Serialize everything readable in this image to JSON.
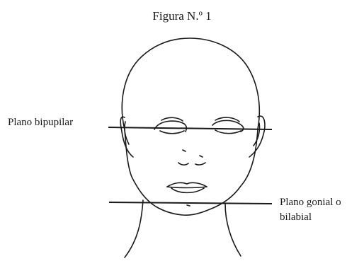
{
  "figure": {
    "title": "Figura N.º 1"
  },
  "labels": {
    "bipupilar": "Plano bipupilar",
    "gonial_line1": "Plano gonial o",
    "gonial_line2": "bilabial"
  },
  "colors": {
    "ink": "#1a1a1a",
    "background": "#ffffff"
  }
}
